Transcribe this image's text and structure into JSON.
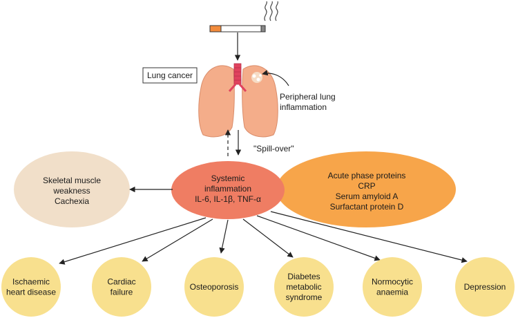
{
  "labels": {
    "lung_cancer": "Lung cancer",
    "peripheral_line1": "Peripheral lung",
    "peripheral_line2": "inflammation",
    "spillover": "\"Spill-over\"",
    "skeletal_line1": "Skeletal muscle",
    "skeletal_line2": "weakness",
    "skeletal_line3": "Cachexia",
    "systemic_line1": "Systemic",
    "systemic_line2": "inflammation",
    "systemic_line3": "IL-6, IL-1β, TNF-α",
    "acute_line1": "Acute phase proteins",
    "acute_line2": "CRP",
    "acute_line3": "Serum amyloid A",
    "acute_line4": "Surfactant protein D"
  },
  "outcomes": [
    {
      "lines": [
        "Ischaemic",
        "heart disease"
      ]
    },
    {
      "lines": [
        "Cardiac",
        "failure"
      ]
    },
    {
      "lines": [
        "Osteoporosis"
      ]
    },
    {
      "lines": [
        "Diabetes",
        "metabolic",
        "syndrome"
      ]
    },
    {
      "lines": [
        "Normocytic",
        "anaemia"
      ]
    },
    {
      "lines": [
        "Depression"
      ]
    }
  ],
  "colors": {
    "systemic": "#ef7d63",
    "acute": "#f7a54a",
    "skeletal": "#f1dfc9",
    "outcome": "#f8e08e",
    "lung": "#f4ad8a",
    "trachea": "#e0435e",
    "cigarette_filter": "#f28b3c"
  }
}
